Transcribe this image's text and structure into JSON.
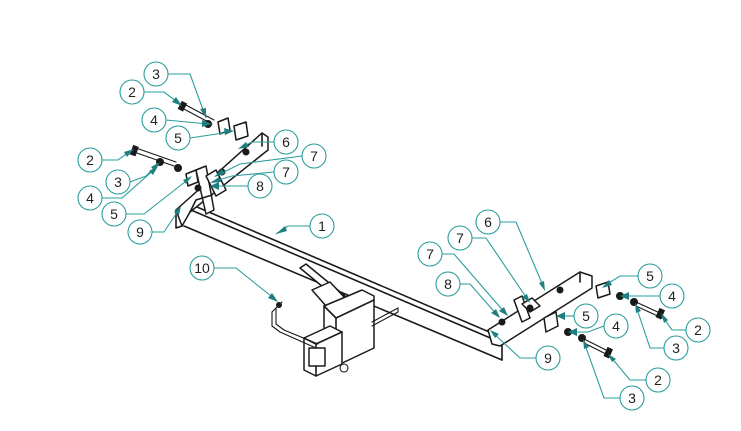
{
  "diagram": {
    "colors": {
      "leader": "#2a9d9d",
      "arrow": "#1f7f7f",
      "line": "#1a1a1a",
      "background": "#ffffff"
    },
    "callouts": [
      {
        "id": "c1",
        "label": "1"
      },
      {
        "id": "c2a",
        "label": "2"
      },
      {
        "id": "c3a",
        "label": "3"
      },
      {
        "id": "c4a",
        "label": "4"
      },
      {
        "id": "c5a",
        "label": "5"
      },
      {
        "id": "c6a",
        "label": "6"
      },
      {
        "id": "c7a",
        "label": "7"
      },
      {
        "id": "c7b",
        "label": "7"
      },
      {
        "id": "c8a",
        "label": "8"
      },
      {
        "id": "c2b",
        "label": "2"
      },
      {
        "id": "c3b",
        "label": "3"
      },
      {
        "id": "c4b",
        "label": "4"
      },
      {
        "id": "c5b",
        "label": "5"
      },
      {
        "id": "c9a",
        "label": "9"
      },
      {
        "id": "c10",
        "label": "10"
      },
      {
        "id": "c6b",
        "label": "6"
      },
      {
        "id": "c7c",
        "label": "7"
      },
      {
        "id": "c7d",
        "label": "7"
      },
      {
        "id": "c8b",
        "label": "8"
      },
      {
        "id": "c9b",
        "label": "9"
      },
      {
        "id": "c5c",
        "label": "5"
      },
      {
        "id": "c4c",
        "label": "4"
      },
      {
        "id": "c2c",
        "label": "2"
      },
      {
        "id": "c3c",
        "label": "3"
      },
      {
        "id": "c5d",
        "label": "5"
      },
      {
        "id": "c4d",
        "label": "4"
      },
      {
        "id": "c2d",
        "label": "2"
      },
      {
        "id": "c3d",
        "label": "3"
      }
    ]
  }
}
